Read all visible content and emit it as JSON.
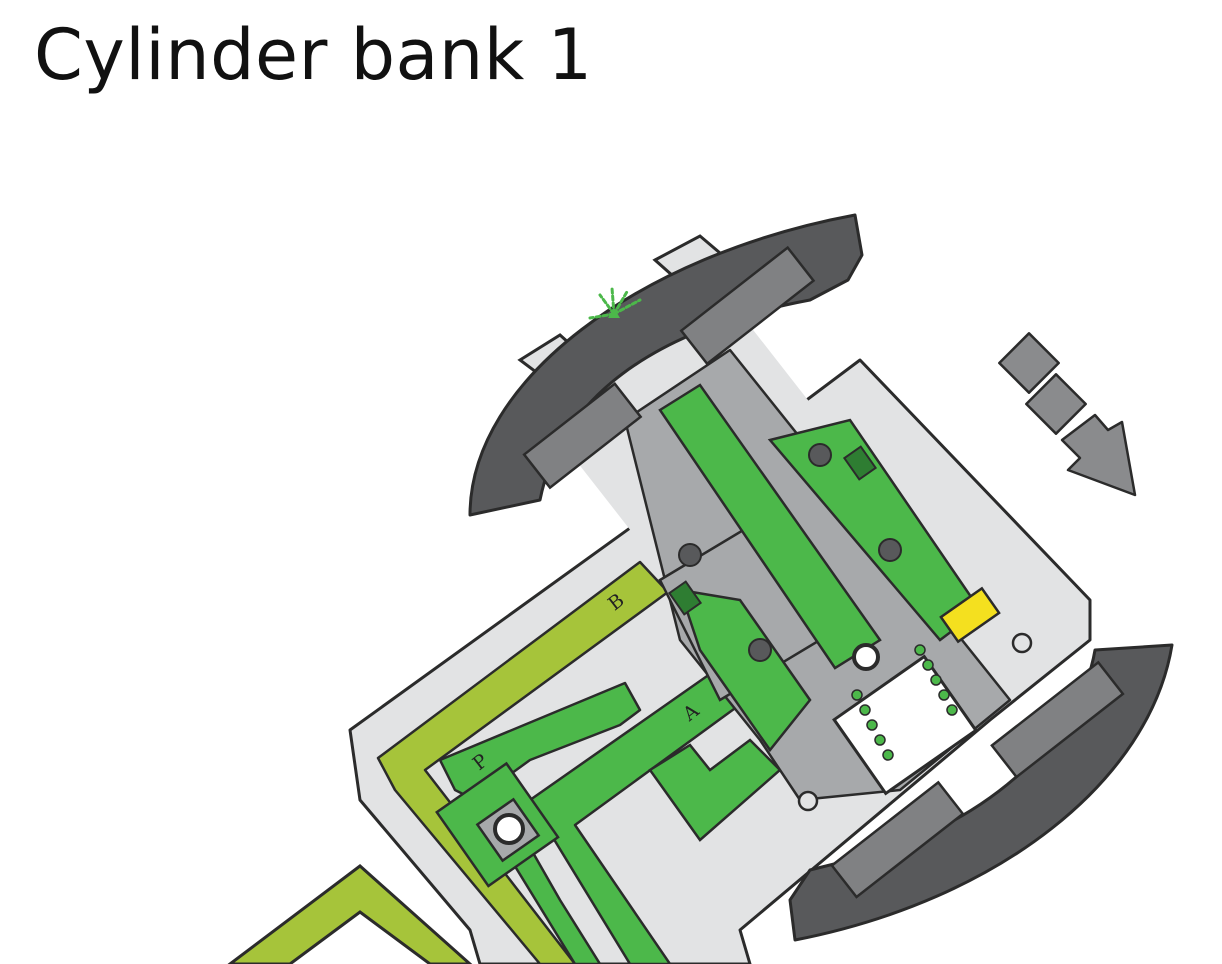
{
  "title": "Cylinder bank 1",
  "ports": {
    "p": "P",
    "a": "A",
    "b": "B"
  },
  "colors": {
    "housing_light": "#e2e3e4",
    "housing_mid": "#a7a9ab",
    "clamp_dark": "#58595b",
    "fluid_green": "#4cb84a",
    "dark_green": "#2e7d32",
    "line_b_yellowgreen": "#a6c43a",
    "spring_yellow": "#f4e01f",
    "arrow_gray": "#8a8b8d"
  },
  "icons": {
    "direction": "arrow-down-right-icon",
    "leak": "fluid-spray-icon"
  }
}
